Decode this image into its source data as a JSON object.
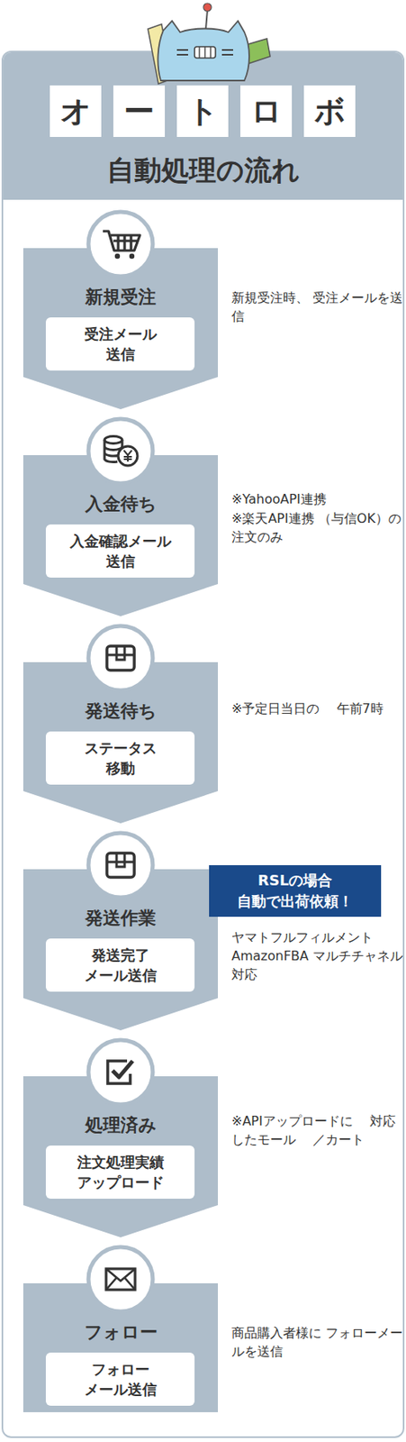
{
  "diagram": {
    "title": "自動処理の流れ",
    "nodes": [
      {
        "text": [
          "オ"
        ]
      },
      {
        "text": [
          "ー"
        ]
      },
      {
        "text": [
          "ト"
        ]
      },
      {
        "text": [
          "ロ"
        ]
      },
      {
        "text": [
          "ボ"
        ]
      },
      {
        "text": [
          "新規受注"
        ]
      },
      {
        "text": [
          "受注メール 送信"
        ],
        "in": 5
      },
      {
        "text": [
          "入金待ち"
        ]
      },
      {
        "text": [
          "入金確認メール 送信"
        ],
        "in": 7
      },
      {
        "text": [
          "発送待ち"
        ]
      },
      {
        "text": [
          "ステータス 移動"
        ],
        "in": 9
      },
      {
        "text": [
          "発送作業"
        ]
      },
      {
        "text": [
          "発送完了 メール送信"
        ],
        "in": 11
      },
      {
        "text": [
          "RSLの場合 自動で出荷依頼！"
        ]
      },
      {
        "text": [
          "処理済み"
        ]
      },
      {
        "text": [
          "注文処理実績 アップロード"
        ],
        "in": 14
      },
      {
        "text": [
          "フォロー"
        ]
      },
      {
        "text": [
          "フォロー メール送信"
        ],
        "in": 16
      }
    ],
    "labels": [
      "新規受注時、 受注メールを送信",
      "※YahooAPI連携",
      "※楽天API連携 （与信OK）の注文のみ",
      "※予定日当日の 午前7時",
      "ヤマトフルフィルメント AmazonFBA マルチチャネル対応",
      "※APIアップロードに 対応したモール ／カート",
      "商品購入者様に フォローメールを送信"
    ]
  }
}
